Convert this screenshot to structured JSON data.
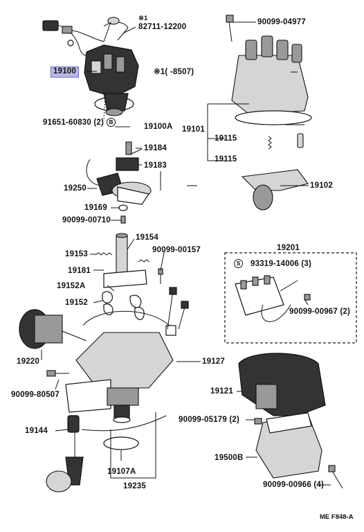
{
  "labels": {
    "note_mark": "※1",
    "p_82711_12200": "82711-12200",
    "p_90099_04977": "90099-04977",
    "p_19100": "19100",
    "note_range": "※1(     -8507)",
    "p_91651_60830": "91651-60830 (2)",
    "circle_b": "B",
    "p_19100a": "19100A",
    "p_19101": "19101",
    "p_19115_a": "19115",
    "p_19115_b": "19115",
    "p_19184": "19184",
    "p_19183": "19183",
    "p_19102": "19102",
    "p_19250": "19250",
    "p_19169": "19169",
    "p_90099_00710": "90099-00710",
    "p_19154": "19154",
    "p_19153": "19153",
    "p_90099_00157": "90099-00157",
    "p_19181": "19181",
    "p_19201": "19201",
    "circle_s": "S",
    "p_93319_14006": "93319-14006 (3)",
    "p_19152a": "19152A",
    "p_19152": "19152",
    "p_90099_00967": "90099-00967 (2)",
    "p_19220": "19220",
    "p_19127": "19127",
    "p_90099_80507": "90099-80507",
    "p_19121": "19121",
    "p_90099_05179": "90099-05179 (2)",
    "p_19144": "19144",
    "p_19500b": "19500B",
    "p_19107a": "19107A",
    "p_90099_00966": "90099-00966 (4)",
    "p_19235": "19235",
    "figure_code": "ME F848-A"
  },
  "colors": {
    "highlight": "#b9b9e6",
    "line": "#111111"
  }
}
